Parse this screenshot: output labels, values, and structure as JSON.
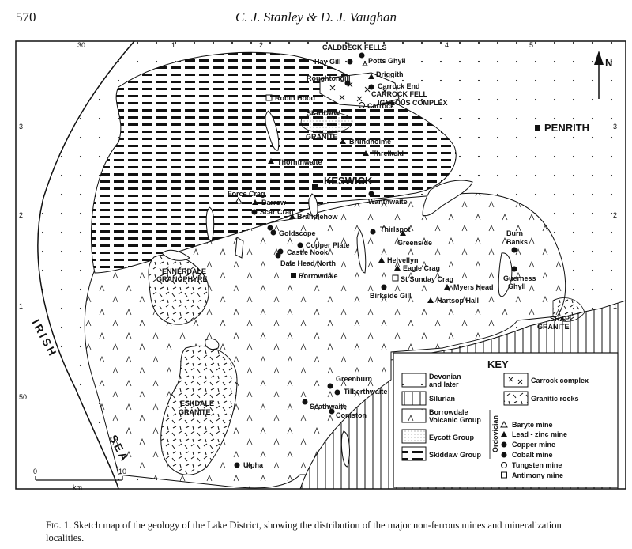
{
  "header": {
    "page_number": "570",
    "authors": "C. J. Stanley & D. J. Vaughan"
  },
  "caption": {
    "fig_label": "Fig. 1.",
    "text": "Sketch map of the geology of the Lake District, showing the distribution of the major non-ferrous mines and mineralization localities."
  },
  "map": {
    "grid_top": [
      "30",
      "1",
      "2",
      "3",
      "4",
      "5"
    ],
    "grid_left": [
      "3",
      "2",
      "1",
      "50"
    ],
    "grid_right": [
      "3",
      "2",
      "1"
    ],
    "north": "N",
    "scale": {
      "start": "0",
      "end": "10",
      "unit": "km"
    },
    "regions": {
      "caldbeck": "CALDBECK FELLS",
      "carrock_fell": "CARROCK FELL",
      "igneous": "IGNEOUS COMPLEX",
      "skiddaw_granite_1": "SKIDDAW",
      "skiddaw_granite_2": "GRANITE",
      "ennerdale_1": "ENNERDALE",
      "ennerdale_2": "GRANOPHYRE",
      "eskdale_1": "ESKDALE",
      "eskdale_2": "GRANITE",
      "shap_1": "SHAP",
      "shap_2": "GRANITE",
      "irish": "IRISH",
      "sea": "SEA"
    },
    "towns": {
      "keswick": "KESWICK",
      "penrith": "PENRITH"
    },
    "localities": {
      "hay_gill": "Hay Gill",
      "potts_ghyll": "Potts Ghyll",
      "driggith": "Driggith",
      "roughtongill": "Roughtongill",
      "carrock_end": "Carrock End",
      "carrock": "Carrock",
      "robin_hood": "Robin Hood",
      "brundholme": "Brundholme",
      "threlkeld": "Threlkeld",
      "thornthwaite": "Thornthwaite",
      "force_crag": "Force Crag",
      "barrow": "Barrow",
      "scar_crag": "Scar Crag",
      "brandlehow": "Brandlehow",
      "goldscope": "Goldscope",
      "copper_plate": "Copper Plate",
      "castle_nook": "Castle Nook",
      "dale_head_north": "Dale Head North",
      "borrowdale": "Borrowdale",
      "wanthwaite": "Wanthwaite",
      "thirlspot": "Thirlspot",
      "greenside": "Greenside",
      "helvellyn": "Helvellyn",
      "eagle_crag": "Eagle Crag",
      "st_sunday_crag": "St Sunday Crag",
      "birkside_gill": "Birkside Gill",
      "myers_head": "Myers Head",
      "hartsop_hall": "Hartsop Hall",
      "burn_banks_1": "Burn",
      "burn_banks_2": "Banks",
      "guerness_1": "Guerness",
      "guerness_2": "Ghyll",
      "greenburn": "Greenburn",
      "tilberthwaite": "Tilberthwaite",
      "seathwaite": "Seathwaite",
      "coniston": "Coniston",
      "ulpha": "Ulpha"
    },
    "key": {
      "title": "KEY",
      "devonian_1": "Devonian",
      "devonian_2": "and later",
      "silurian": "Silurian",
      "borrowdale_1": "Borrowdale",
      "borrowdale_2": "Volcanic Group",
      "eycott": "Eycott Group",
      "skiddaw": "Skiddaw Group",
      "ordovician": "Ordovician",
      "carrock_complex": "Carrock complex",
      "granitic": "Granitic rocks",
      "baryte": "Baryte  mine",
      "lead_zinc": "Lead - zinc mine",
      "copper": "Copper mine",
      "cobalt": "Cobalt  mine",
      "tungsten": "Tungsten mine",
      "antimony": "Antimony mine"
    }
  }
}
